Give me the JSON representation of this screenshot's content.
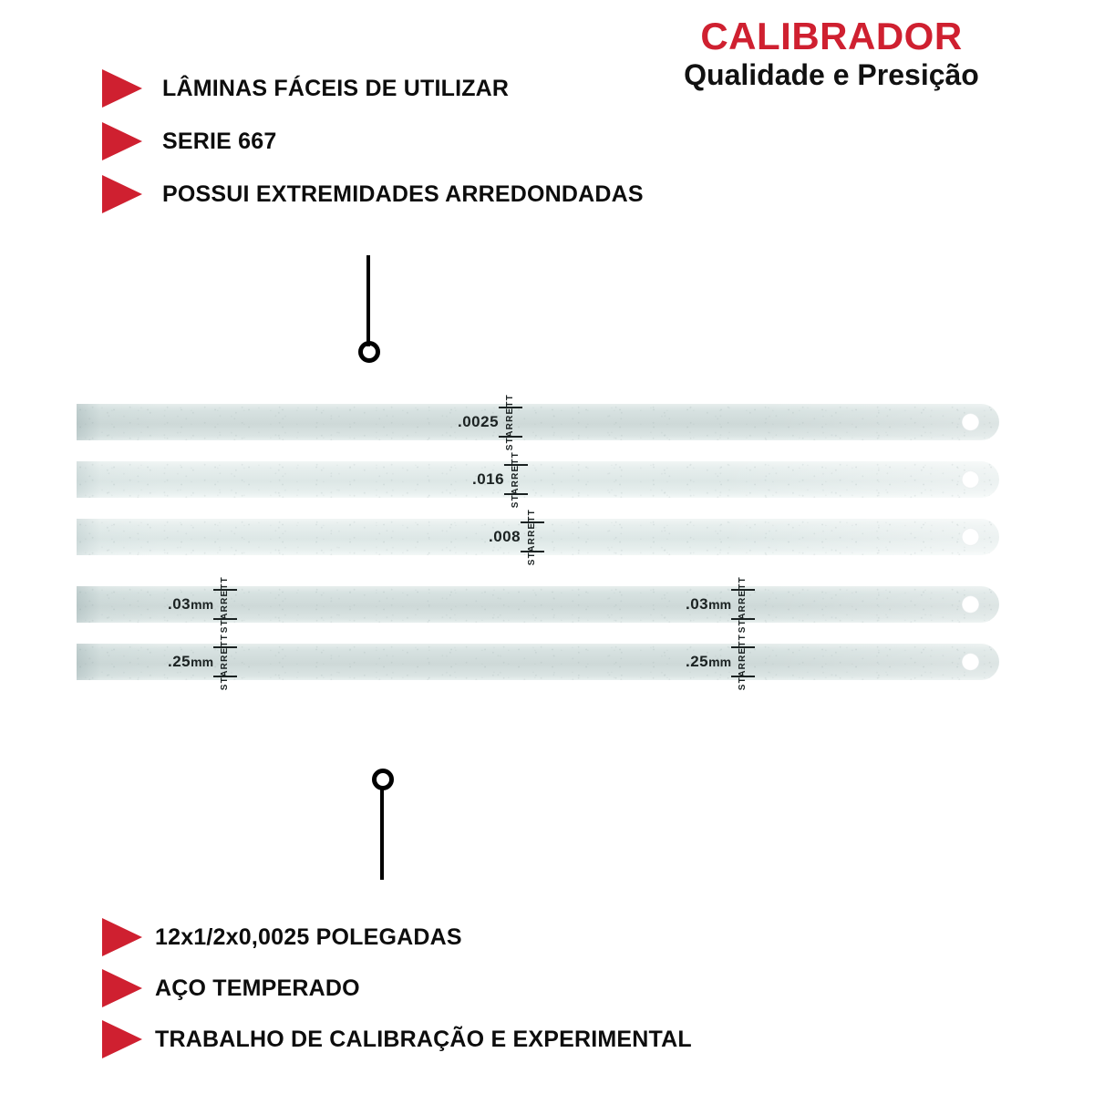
{
  "brand": {
    "title": "CALIBRADOR",
    "subtitle": "Qualidade e Presição",
    "title_color": "#cf2030",
    "subtitle_color": "#111111"
  },
  "accent_color": "#cf2030",
  "features_top": [
    {
      "label": "LÂMINAS FÁCEIS DE UTILIZAR"
    },
    {
      "label": "SERIE 667"
    },
    {
      "label": "POSSUI EXTREMIDADES ARREDONDADAS"
    }
  ],
  "features_bottom": [
    {
      "label": "12x1/2x0,0025 POLEGADAS"
    },
    {
      "label": "AÇO TEMPERADO"
    },
    {
      "label": "TRABALHO DE CALIBRAÇÃO E EXPERIMENTAL"
    }
  ],
  "product": {
    "blade_color": "#d7e2e1",
    "brand_stamp": "STARRETT",
    "blades": [
      {
        "thickness": ".0025",
        "unit": "",
        "marks": [
          "center"
        ]
      },
      {
        "thickness": ".016",
        "unit": "",
        "marks": [
          "center"
        ]
      },
      {
        "thickness": ".008",
        "unit": "",
        "marks": [
          "center"
        ]
      },
      {
        "thickness": ".03",
        "unit": "mm",
        "marks": [
          "left",
          "right"
        ]
      },
      {
        "thickness": ".25",
        "unit": "mm",
        "marks": [
          "left",
          "right"
        ]
      }
    ]
  }
}
